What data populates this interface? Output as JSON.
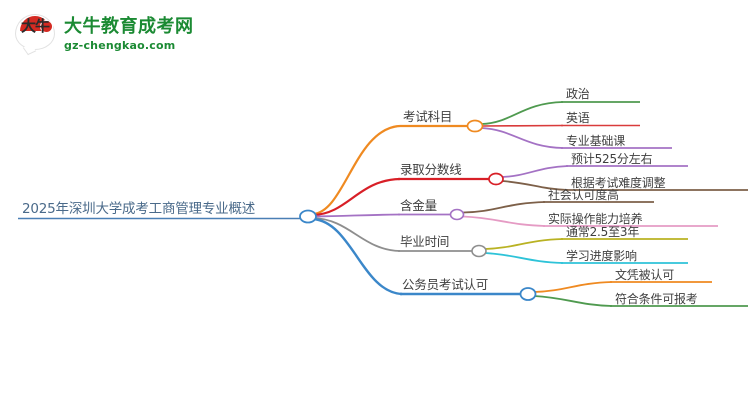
{
  "logo": {
    "mark_text": "大牛",
    "title": "大牛教育成考网",
    "domain": "gz-chengkao.com",
    "brand_green": "#1b8a33",
    "brand_red": "#d42a22"
  },
  "mindmap": {
    "root": {
      "label": "2025年深圳大学成考工商管理专业概述",
      "color": "#4a7fb5"
    },
    "branches": [
      {
        "label": "考试科目",
        "color": "#ef8a21",
        "leaves": [
          {
            "label": "政治",
            "color": "#4f9a4f"
          },
          {
            "label": "英语",
            "color": "#d93b3b"
          },
          {
            "label": "专业基础课",
            "color": "#a472c4"
          }
        ]
      },
      {
        "label": "录取分数线",
        "color": "#d81f27",
        "leaves": [
          {
            "label": "预计525分左右",
            "color": "#a472c4"
          },
          {
            "label": "根据考试难度调整",
            "color": "#7d6049"
          }
        ]
      },
      {
        "label": "含金量",
        "color": "#a472c4",
        "leaves": [
          {
            "label": "社会认可度高",
            "color": "#7d6049"
          },
          {
            "label": "实际操作能力培养",
            "color": "#e59bc4"
          }
        ]
      },
      {
        "label": "毕业时间",
        "color": "#8e8e8e",
        "leaves": [
          {
            "label": "通常2.5至3年",
            "color": "#b9b223"
          },
          {
            "label": "学习进度影响",
            "color": "#2ec3d8"
          }
        ]
      },
      {
        "label": "公务员考试认可",
        "color": "#3b87c9",
        "leaves": [
          {
            "label": "文凭被认可",
            "color": "#ef8a21"
          },
          {
            "label": "符合条件可报考",
            "color": "#4f9a4f"
          }
        ]
      }
    ]
  }
}
